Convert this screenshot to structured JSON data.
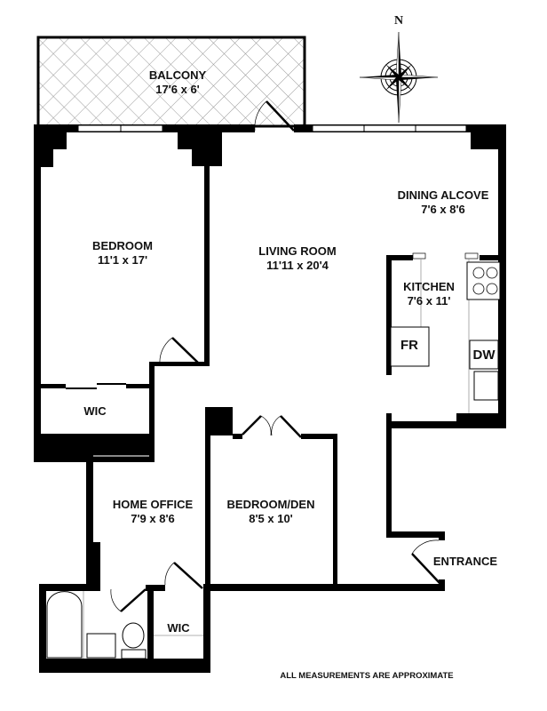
{
  "compass": {
    "label": "N"
  },
  "rooms": {
    "balcony": {
      "name": "BALCONY",
      "size": "17'6 x 6'"
    },
    "bedroom": {
      "name": "BEDROOM",
      "size": "11'1 x 17'"
    },
    "living_room": {
      "name": "LIVING ROOM",
      "size": "11'11 x 20'4"
    },
    "dining_alcove": {
      "name": "DINING ALCOVE",
      "size": "7'6 x 8'6"
    },
    "kitchen": {
      "name": "KITCHEN",
      "size": "7'6 x 11'"
    },
    "wic_bedroom": {
      "name": "WIC"
    },
    "home_office": {
      "name": "HOME OFFICE",
      "size": "7'9 x 8'6"
    },
    "bedroom_den": {
      "name": "BEDROOM/DEN",
      "size": "8'5 x 10'"
    },
    "wic_office": {
      "name": "WIC"
    },
    "entrance": {
      "name": "ENTRANCE"
    }
  },
  "appliances": {
    "fridge": "FR",
    "dishwasher": "DW"
  },
  "footnote": "ALL MEASUREMENTS ARE APPROXIMATE",
  "colors": {
    "walls": "#000000",
    "hatch": "#9a9a9a"
  }
}
